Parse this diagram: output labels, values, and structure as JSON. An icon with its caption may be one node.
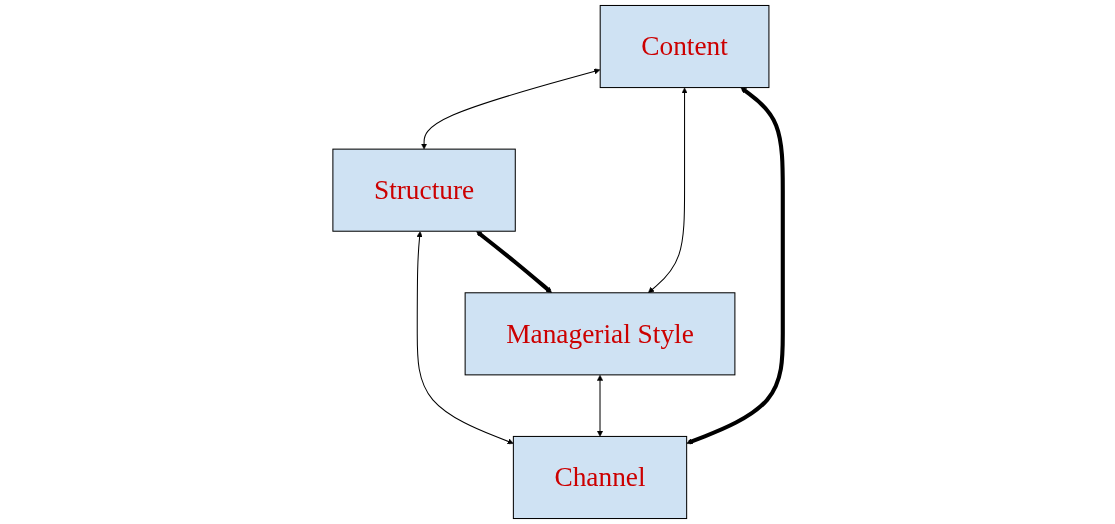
{
  "diagram": {
    "nodes": [
      {
        "text": [
          "Content"
        ]
      },
      {
        "text": [
          "Structure"
        ]
      },
      {
        "text": [
          "Managerial Style"
        ]
      },
      {
        "text": [
          "Channel"
        ]
      }
    ],
    "edges": [
      {
        "from": 0,
        "to": 1,
        "arrow": "both"
      },
      {
        "from": 0,
        "to": 2,
        "arrow": "both"
      },
      {
        "from": 1,
        "to": 3,
        "arrow": "both"
      },
      {
        "from": 0,
        "to": 3,
        "arrow": "both",
        "style": "thick"
      },
      {
        "from": 1,
        "to": 2,
        "arrow": "both",
        "style": "thick"
      },
      {
        "from": 2,
        "to": 3,
        "arrow": "both"
      }
    ]
  }
}
